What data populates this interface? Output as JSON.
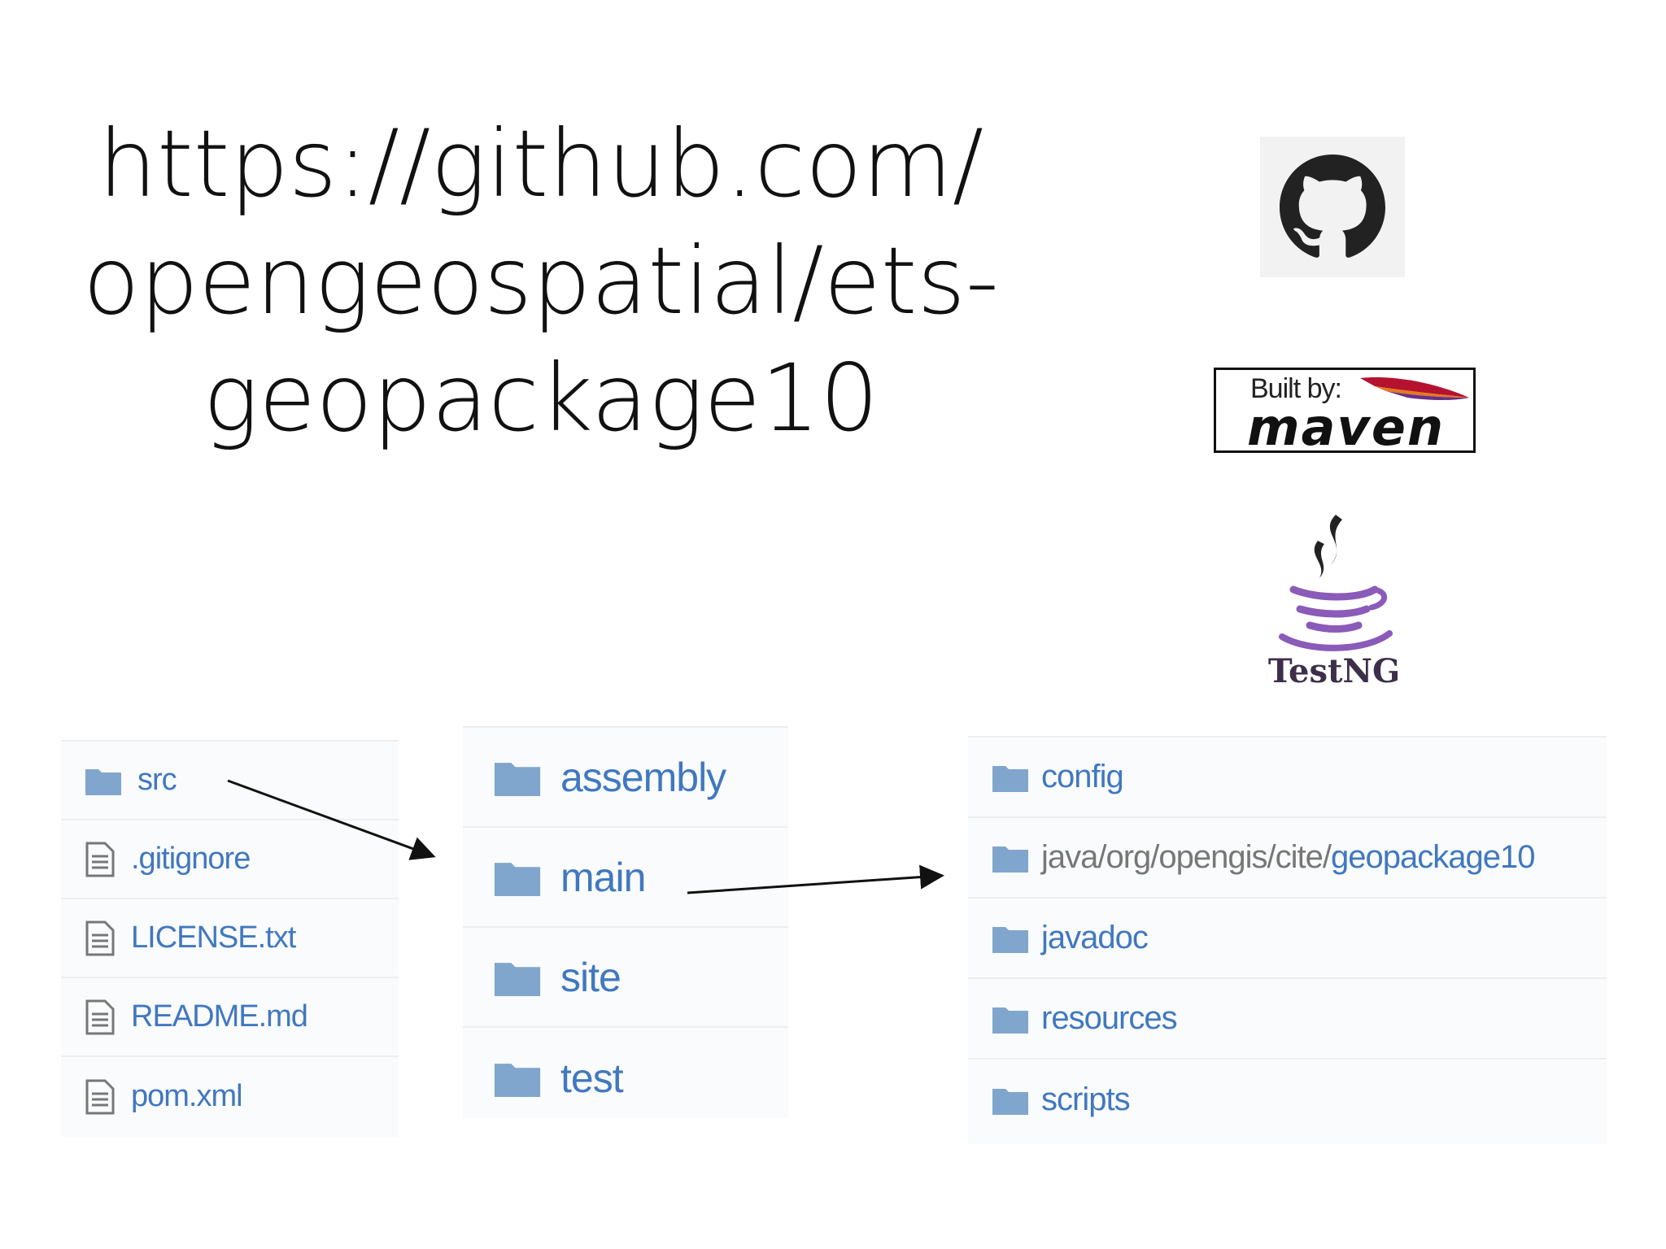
{
  "slide": {
    "url_lines": [
      "https://github.com/",
      "opengeospatial/ets-",
      "geopackage10"
    ]
  },
  "logos": {
    "github_icon": "github-octocat-icon",
    "maven": {
      "built_by": "Built by:",
      "name": "maven"
    },
    "testng": {
      "name": "TestNG"
    }
  },
  "panel_root": {
    "items": [
      {
        "label": "src",
        "icon": "folder-icon"
      },
      {
        "label": ".gitignore",
        "icon": "file-icon"
      },
      {
        "label": "LICENSE.txt",
        "icon": "file-icon"
      },
      {
        "label": "README.md",
        "icon": "file-icon"
      },
      {
        "label": "pom.xml",
        "icon": "file-icon"
      }
    ]
  },
  "panel_src": {
    "items": [
      {
        "label": "assembly",
        "icon": "folder-icon"
      },
      {
        "label": "main",
        "icon": "folder-icon"
      },
      {
        "label": "site",
        "icon": "folder-icon"
      },
      {
        "label": "test",
        "icon": "folder-icon"
      }
    ]
  },
  "panel_main": {
    "items": [
      {
        "label": "config",
        "icon": "folder-icon"
      },
      {
        "path_prefix": "java/org/opengis/cite/",
        "label": "geopackage10",
        "icon": "folder-icon"
      },
      {
        "label": "javadoc",
        "icon": "folder-icon"
      },
      {
        "label": "resources",
        "icon": "folder-icon"
      },
      {
        "label": "scripts",
        "icon": "folder-icon"
      }
    ]
  },
  "colors": {
    "link": "#4078c0",
    "folder": "#80a6cd",
    "file_icon": "#777777",
    "testng_purple": "#8a5bb8"
  }
}
